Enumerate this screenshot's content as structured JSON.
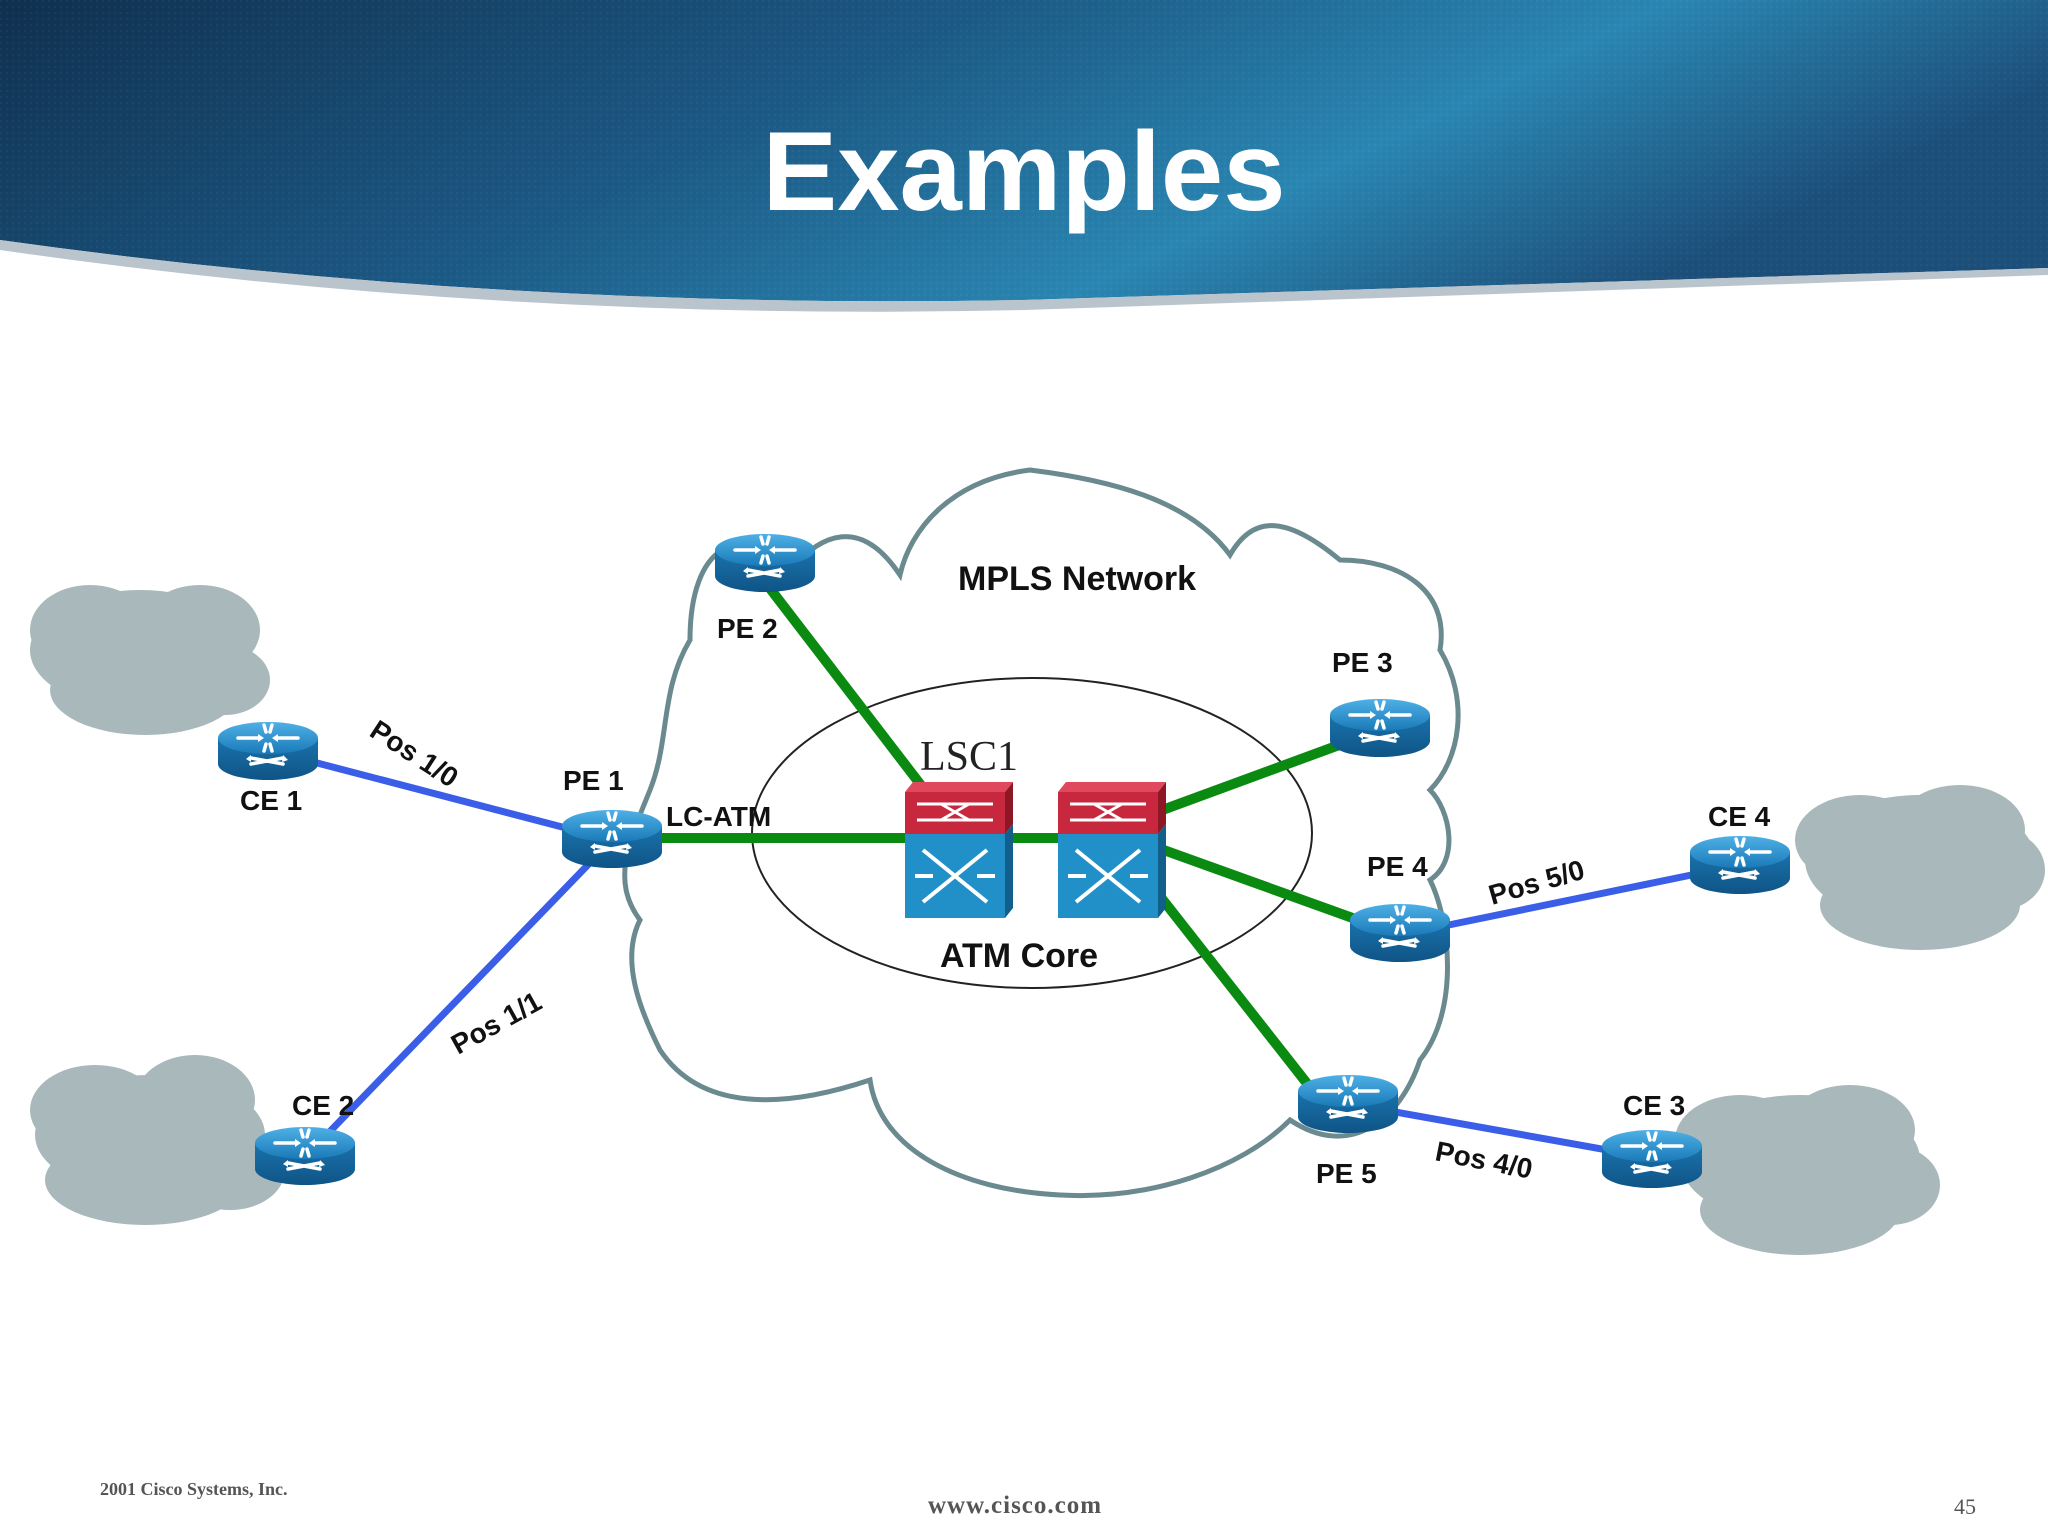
{
  "slide": {
    "title": "Examples",
    "footer": {
      "copyright": "2001 Cisco Systems, Inc.",
      "website": "www.cisco.com",
      "page_number": "45"
    }
  },
  "diagram": {
    "clouds": {
      "mpls": "MPLS Network",
      "core": "ATM Core"
    },
    "core_label": "LSC1",
    "routers": {
      "ce1": "CE 1",
      "ce2": "CE 2",
      "ce3": "CE 3",
      "ce4": "CE 4",
      "pe1": "PE 1",
      "pe2": "PE 2",
      "pe3": "PE 3",
      "pe4": "PE 4",
      "pe5": "PE 5"
    },
    "links": {
      "pos10": "Pos 1/0",
      "pos11": "Pos 1/1",
      "pos50": "Pos 5/0",
      "pos40": "Pos 4/0",
      "lcatm": "LC-ATM"
    }
  },
  "colors": {
    "header_dark": "#12385e",
    "header_light": "#2a7ba8",
    "access_link": "#3a5ee8",
    "core_link": "#0a8a10",
    "router_blue": "#1a7ab8",
    "switch_red": "#c8283e",
    "switch_blue": "#2290c8",
    "cloud_outline": "#6a8a90",
    "edge_cloud": "#a9b8bb"
  }
}
